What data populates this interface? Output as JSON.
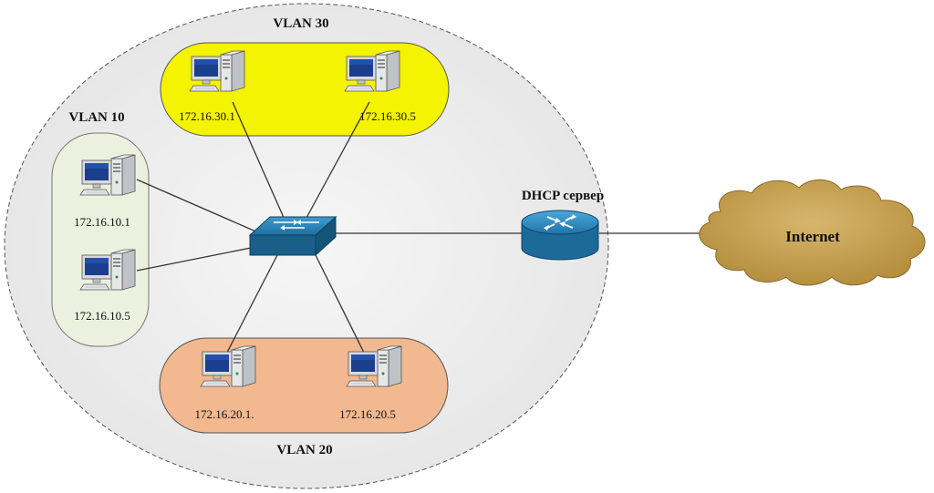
{
  "colors": {
    "vlan30_fill": "#f4f300",
    "vlan10_fill": "#ecf0df",
    "vlan20_fill": "#f2b88f",
    "cloud_fill": "#c9a457",
    "switch_blue": "#1f6f9a",
    "router_blue": "#2a7bb0",
    "link_color": "#333333"
  },
  "vlans": [
    {
      "label": "VLAN 30",
      "hosts": [
        "172.16.30.1",
        "172.16.30.5"
      ]
    },
    {
      "label": "VLAN 10",
      "hosts": [
        "172.16.10.1",
        "172.16.10.5"
      ]
    },
    {
      "label": "VLAN 20",
      "hosts": [
        "172.16.20.1.",
        "172.16.20.5"
      ]
    }
  ],
  "router": {
    "label": "DHCP сервер",
    "icon": "router-icon"
  },
  "switch": {
    "icon": "switch-icon"
  },
  "cloud": {
    "label": "Internet",
    "icon": "cloud-icon"
  }
}
